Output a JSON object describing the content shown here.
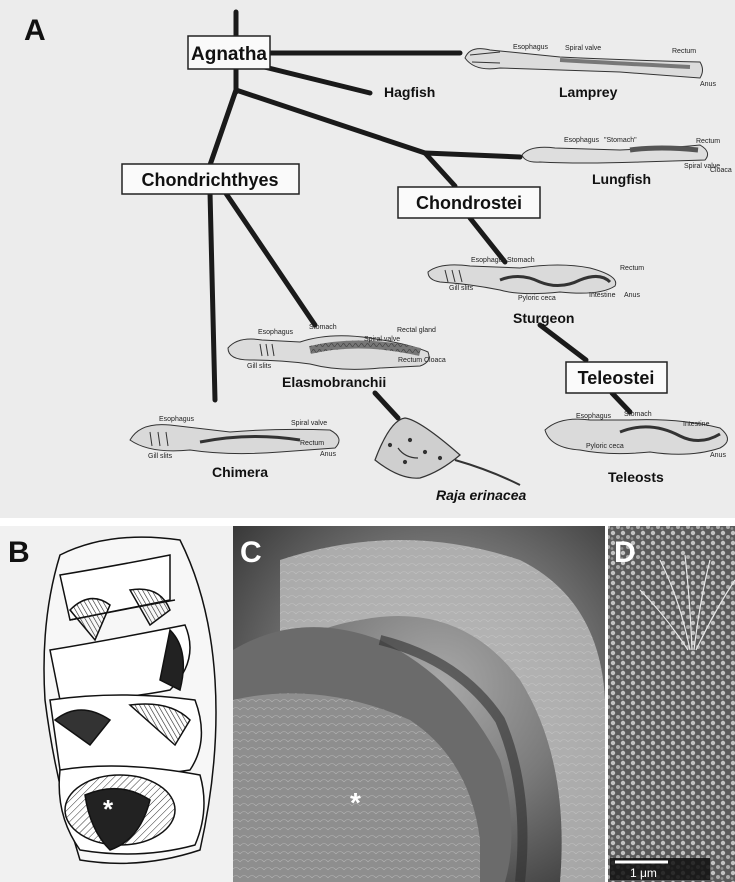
{
  "panels": {
    "a": "A",
    "b": "B",
    "c": "C",
    "d": "D"
  },
  "taxa": {
    "agnatha": "Agnatha",
    "chondrichthyes": "Chondrichthyes",
    "chondrostei": "Chondrostei",
    "teleostei": "Teleostei"
  },
  "organisms": {
    "hagfish": "Hagfish",
    "lamprey": "Lamprey",
    "lungfish": "Lungfish",
    "sturgeon": "Sturgeon",
    "elasmobranchii": "Elasmobranchii",
    "chimera": "Chimera",
    "raja": "Raja erinacea",
    "teleosts": "Teleosts"
  },
  "gut_labels": {
    "lamprey": {
      "esophagus": "Esophagus",
      "spiral": "Spiral valve",
      "rectum": "Rectum",
      "anus": "Anus"
    },
    "lungfish": {
      "esophagus": "Esophagus",
      "stomach": "\"Stomach\"",
      "rectum": "Rectum",
      "spiral": "Spiral valve",
      "cloaca": "Cloaca"
    },
    "sturgeon": {
      "esophagus": "Esophagus",
      "stomach": "Stomach",
      "gill": "Gill slits",
      "pyloric": "Pyloric ceca",
      "rectum": "Rectum",
      "intestine": "Intestine",
      "anus": "Anus"
    },
    "elasmo": {
      "esophagus": "Esophagus",
      "stomach": "Stomach",
      "rectal_gland": "Rectal gland",
      "spiral": "Spiral valve",
      "gill": "Gill slits",
      "rectum": "Rectum",
      "cloaca": "Cloaca"
    },
    "chimera": {
      "esophagus": "Esophagus",
      "spiral": "Spiral valve",
      "gill": "Gill slits",
      "rectum": "Rectum",
      "anus": "Anus"
    },
    "teleost": {
      "esophagus": "Esophagus",
      "stomach": "Stomach",
      "intestine": "Intestine",
      "pyloric": "Pyloric ceca",
      "anus": "Anus"
    }
  },
  "markers": {
    "b_star": "*",
    "c_star": "*"
  },
  "scalebar": {
    "label": "1 μm"
  }
}
